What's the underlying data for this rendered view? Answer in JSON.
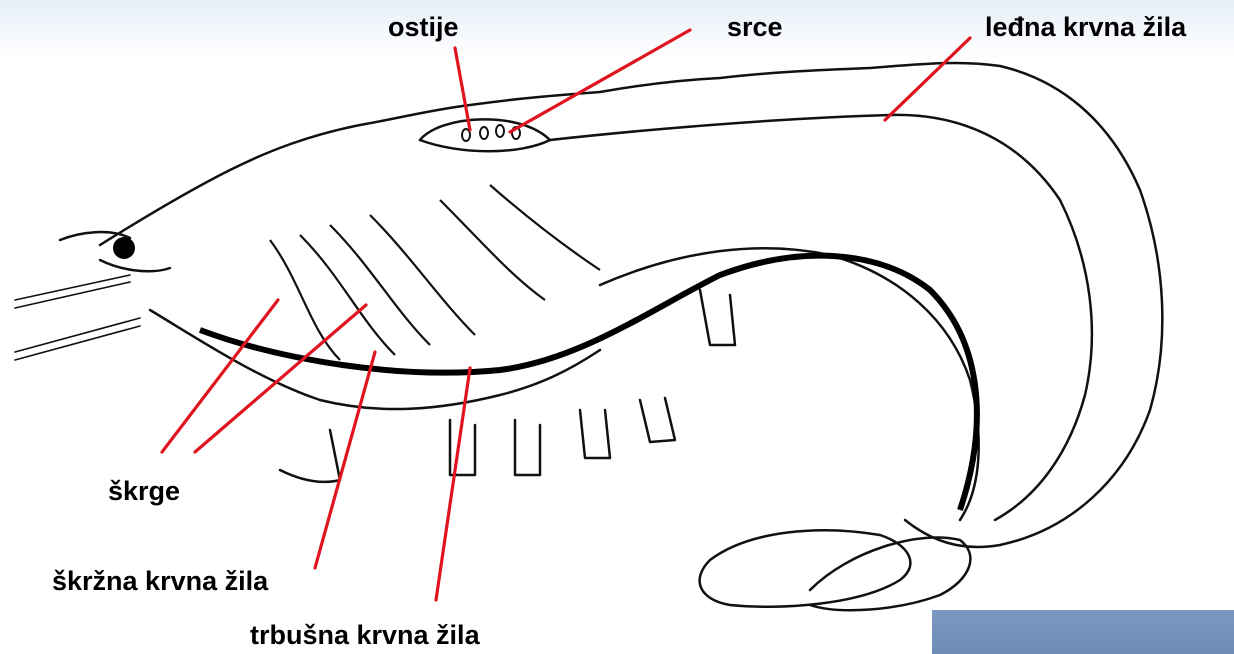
{
  "labels": {
    "ostije": "ostije",
    "srce": "srce",
    "ledna_krvna_zila": "leđna krvna žila",
    "skrge": "škrge",
    "skrzna_krvna_zila": "škržna krvna žila",
    "trbusna_krvna_zila": "trbušna krvna žila"
  },
  "colors": {
    "pointer_lines": "#e0141e",
    "drawing": "#111111",
    "corner_panel": "#7393bf",
    "top_band": "#e6eef8"
  }
}
